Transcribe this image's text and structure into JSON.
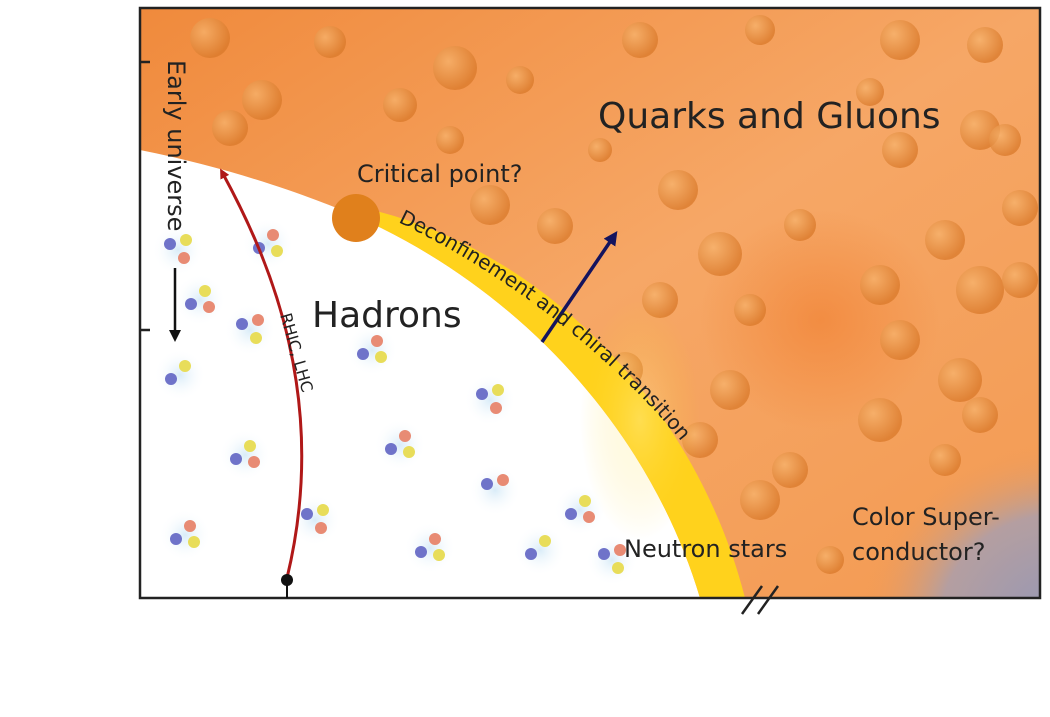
{
  "regions": {
    "qgp": "Quarks and Gluons",
    "hadrons": "Hadrons",
    "color_superconductor_line1": "Color Super-",
    "color_superconductor_line2": "conductor?"
  },
  "labels": {
    "critical_point": "Critical point?",
    "transition": "Deconfinement and chiral transition",
    "early_universe": "Early universe",
    "collider": "RHIC, LHC",
    "neutron_stars": "Neutron stars"
  },
  "colors": {
    "qgp_orange": "#f39a52",
    "transition_yellow": "#ffd21c",
    "critical_point": "#e0801c",
    "superconductor_blue": "#9497b6",
    "collider_arrow": "#b01818",
    "qgp_arrow": "#14145e"
  },
  "icons": [
    "axis-break-icon",
    "critical-point-icon",
    "hadron-icon"
  ]
}
